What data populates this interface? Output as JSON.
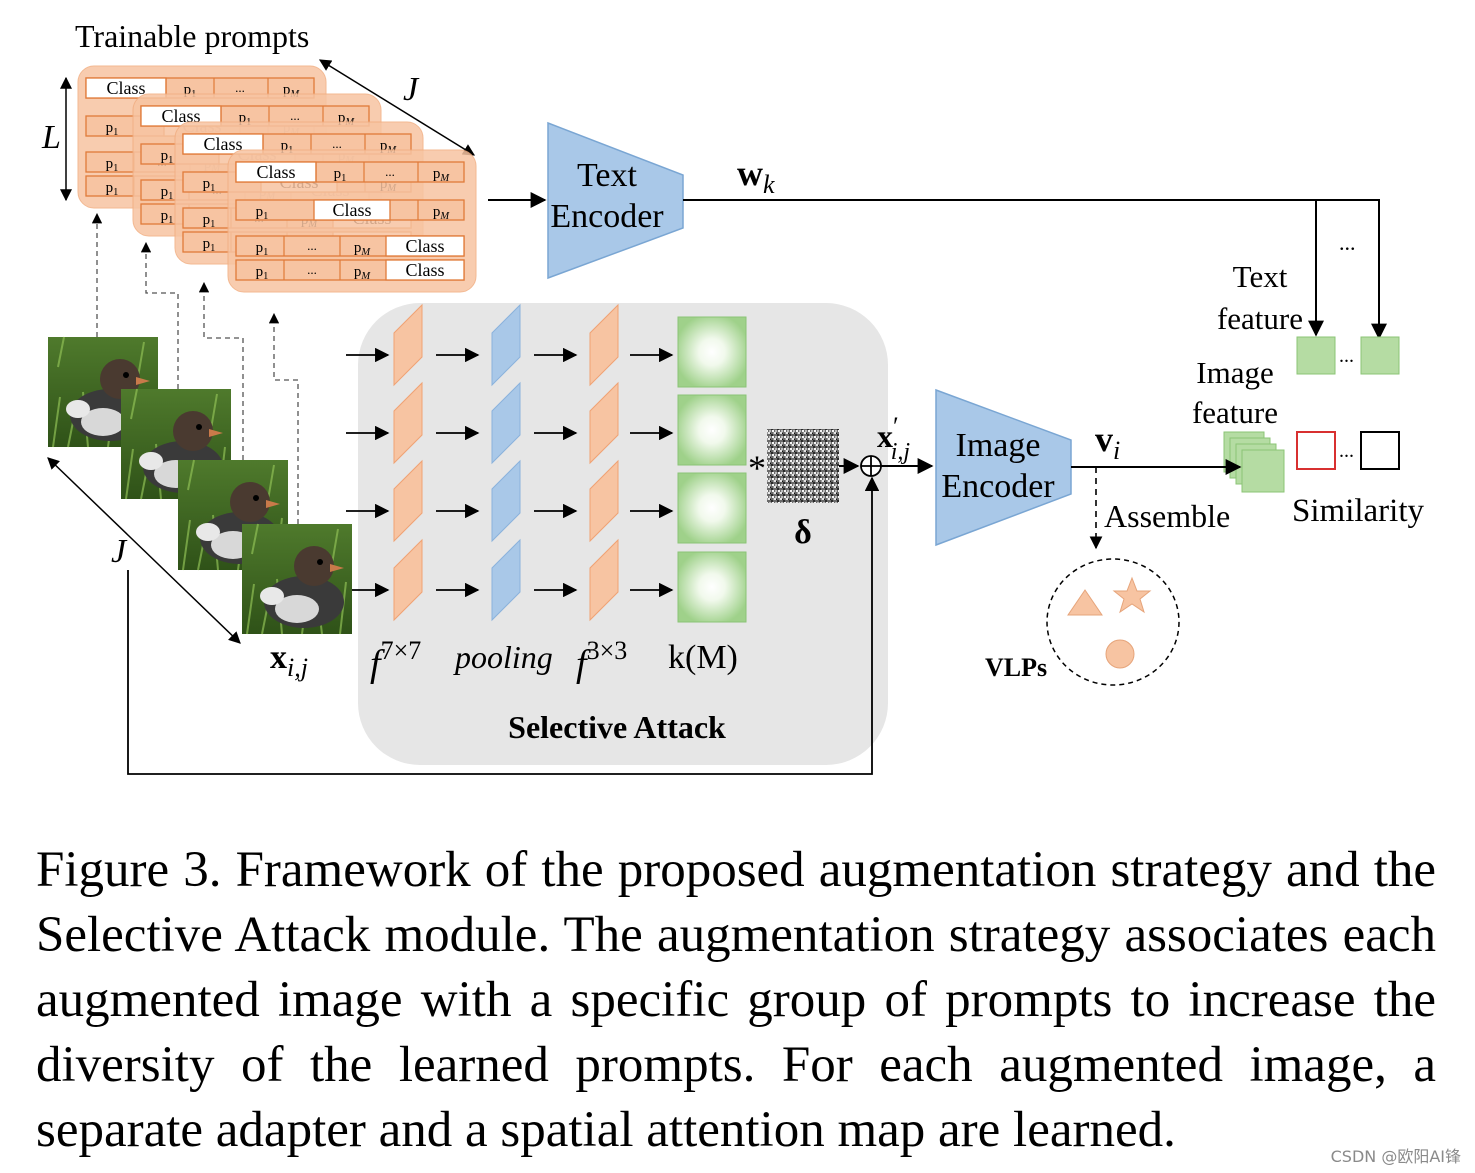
{
  "figure": {
    "trainable_prompts_label": "Trainable prompts",
    "L_label": "L",
    "J_label": "J",
    "prompt_grid": {
      "header_rows": [
        [
          "Class",
          "p",
          "...",
          "p"
        ],
        [
          "p",
          "Class",
          "p"
        ],
        [
          "p",
          "...",
          "p",
          "Class"
        ],
        [
          "p",
          "...",
          "p",
          "Class"
        ]
      ],
      "p1_text": "p",
      "p1_sub": "1",
      "pM_text": "p",
      "pM_sub": "M",
      "class_text": "Class",
      "dots_text": "..."
    },
    "text_encoder_label": [
      "Text",
      "Encoder"
    ],
    "image_encoder_label": [
      "Image",
      "Encoder"
    ],
    "wk_main": "w",
    "wk_sub": "k",
    "vi_main": "v",
    "vi_sub": "i",
    "x_main": "x",
    "x_sub": "i,j",
    "xprime_main": "x",
    "xprime_sup": "′",
    "xprime_sub": "i,j",
    "text_feature_label": [
      "Text",
      "feature"
    ],
    "image_feature_label": [
      "Image",
      "feature"
    ],
    "similarity_label": "Similarity",
    "assemble_label": "Assemble",
    "vlps_label": "VLPs",
    "selective_attack_label": "Selective Attack",
    "f7_label": "f",
    "f7_sup": "7×7",
    "pooling_label": "pooling",
    "f3_label": "f",
    "f3_sup": "3×3",
    "kM_label": "k(M)",
    "delta_label": "δ",
    "star_op": "*",
    "plus_op": "⊕",
    "dots": "...",
    "colors": {
      "orange_fill": "#f7c4a2",
      "orange_stroke": "#e07b39",
      "blue_fill": "#a9c8e8",
      "green_fill": "#b5dca3",
      "gray_panel": "#e6e6e6",
      "red_box": "#d83030"
    }
  },
  "caption": "Figure 3. Framework of the proposed augmentation strategy and the Selective Attack module. The augmentation strategy associates each augmented image with a specific group of prompts to increase the diversity of the learned prompts. For each augmented image, a separate adapter and a spatial attention map are learned.",
  "watermark": "CSDN @欧阳AI锋"
}
